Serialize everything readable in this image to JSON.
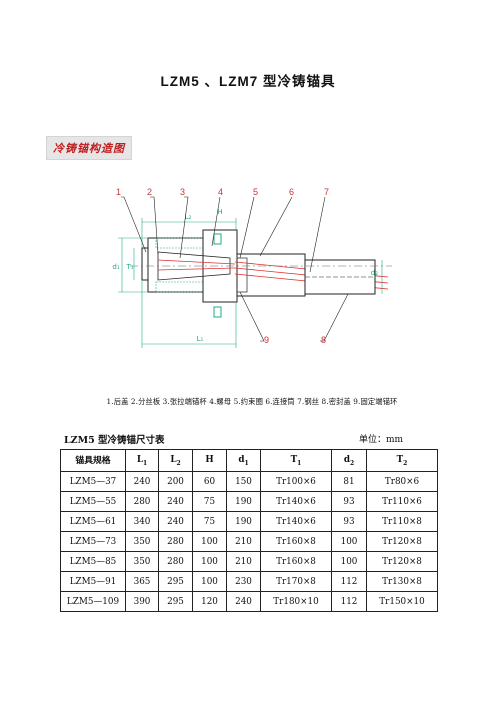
{
  "title": "LZM5 、LZM7 型冷铸锚具",
  "section_label": "冷铸锚构造图",
  "drawing": {
    "callouts": [
      "1",
      "2",
      "3",
      "4",
      "5",
      "6",
      "7",
      "8",
      "9"
    ],
    "dim_labels": {
      "L2": "L₂",
      "L1": "L₁",
      "d1": "d₁",
      "T1": "T₁",
      "d2": "d₂",
      "H": "H"
    }
  },
  "caption": "1.后盖  2.分丝板  3.张拉端锚杯  4.螺母  5.约束圈  6.连接筒  7.钢丝  8.密封盖  9.固定端锚环",
  "table": {
    "title": "LZM5 型冷铸锚尺寸表",
    "unit": "单位：mm",
    "headers": [
      {
        "base": "锚具规格",
        "sub": ""
      },
      {
        "base": "L",
        "sub": "1"
      },
      {
        "base": "L",
        "sub": "2"
      },
      {
        "base": "H",
        "sub": ""
      },
      {
        "base": "d",
        "sub": "1"
      },
      {
        "base": "T",
        "sub": "1"
      },
      {
        "base": "d",
        "sub": "2"
      },
      {
        "base": "T",
        "sub": "2"
      }
    ],
    "rows": [
      [
        "LZM5—37",
        "240",
        "200",
        "60",
        "150",
        "Tr100×6",
        "81",
        "Tr80×6"
      ],
      [
        "LZM5—55",
        "280",
        "240",
        "75",
        "190",
        "Tr140×6",
        "93",
        "Tr110×6"
      ],
      [
        "LZM5—61",
        "340",
        "240",
        "75",
        "190",
        "Tr140×6",
        "93",
        "Tr110×8"
      ],
      [
        "LZM5—73",
        "350",
        "280",
        "100",
        "210",
        "Tr160×8",
        "100",
        "Tr120×8"
      ],
      [
        "LZM5—85",
        "350",
        "280",
        "100",
        "210",
        "Tr160×8",
        "100",
        "Tr120×8"
      ],
      [
        "LZM5—91",
        "365",
        "295",
        "100",
        "230",
        "Tr170×8",
        "112",
        "Tr130×8"
      ],
      [
        "LZM5—109",
        "390",
        "295",
        "120",
        "240",
        "Tr180×10",
        "112",
        "Tr150×10"
      ]
    ]
  }
}
